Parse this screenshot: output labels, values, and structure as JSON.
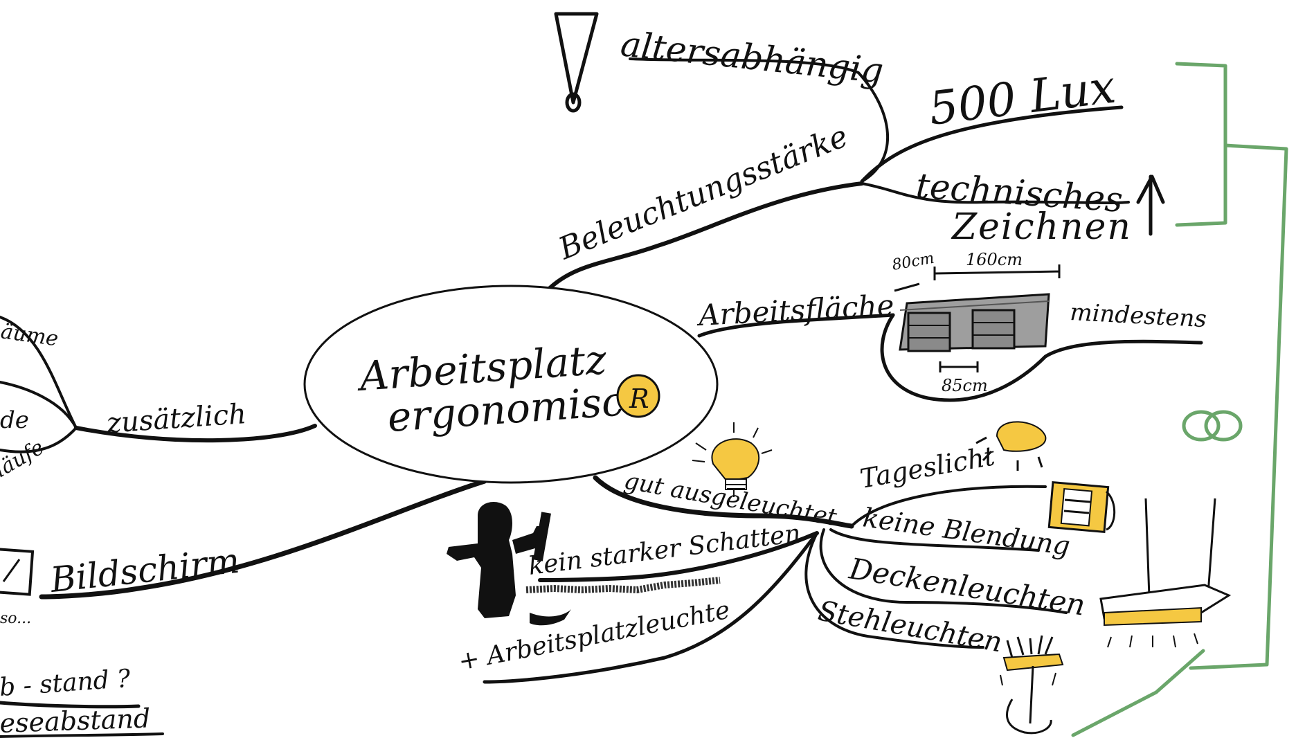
{
  "center": {
    "line1": "Arbeitsplatz",
    "line2": "ergonomisch",
    "badge": "R"
  },
  "branches": {
    "beleuchtungsstaerke": "Beleuchtungsstärke",
    "altersabhaengig": "altersabhängig",
    "lux": "500 Lux",
    "technisches": "technisches",
    "zeichnen": "Zeichnen",
    "arbeitsflaeche": "Arbeitsfläche",
    "mindestens": "mindestens",
    "zusaetzlich": "zusätzlich",
    "bildschirm": "Bildschirm",
    "gut_ausgeleuchtet": "gut ausgeleuchtet",
    "tageslicht": "Tageslicht",
    "keine_blendung": "keine Blendung",
    "deckenleuchten": "Deckenleuchten",
    "stehleuchten": "Stehleuchten",
    "kein_starker_schatten": "kein starker Schatten",
    "arbeitsplatzleuchte": "+ Arbeitsplatzleuchte"
  },
  "desk": {
    "depth": "80cm",
    "width": "160cm",
    "legroom": "85cm"
  },
  "left_fragments": {
    "raeume": "äume",
    "de": "de",
    "laeufe": "läufe",
    "so": "so...",
    "stand": "b - stand ?",
    "leseabstand": "eseabstand"
  },
  "colors": {
    "ink": "#111111",
    "yellow": "#f5c842",
    "green": "#6aa66a",
    "red": "#d63a2a",
    "desk": "#9e9e9e"
  }
}
